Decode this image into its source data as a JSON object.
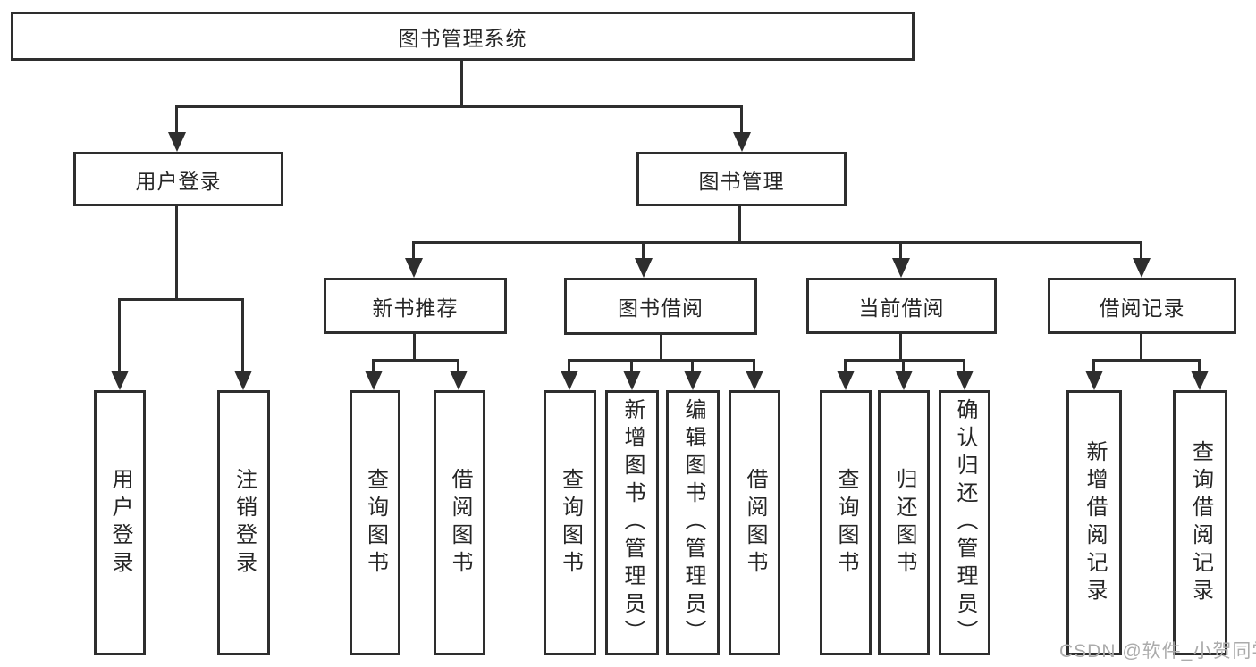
{
  "diagram": {
    "root": {
      "label": "图书管理系统",
      "children": [
        {
          "label": "用户登录",
          "children": [
            {
              "label": "用户登录"
            },
            {
              "label": "注销登录"
            }
          ]
        },
        {
          "label": "图书管理",
          "children": [
            {
              "label": "新书推荐",
              "children": [
                {
                  "label": "查询图书"
                },
                {
                  "label": "借阅图书"
                }
              ]
            },
            {
              "label": "图书借阅",
              "children": [
                {
                  "label": "查询图书"
                },
                {
                  "label": "新增图书（管理员）"
                },
                {
                  "label": "编辑图书（管理员）"
                },
                {
                  "label": "借阅图书"
                }
              ]
            },
            {
              "label": "当前借阅",
              "children": [
                {
                  "label": "查询图书"
                },
                {
                  "label": "归还图书"
                },
                {
                  "label": "确认归还（管理员）"
                }
              ]
            },
            {
              "label": "借阅记录",
              "children": [
                {
                  "label": "新增借阅记录"
                },
                {
                  "label": "查询借阅记录"
                }
              ]
            }
          ]
        }
      ]
    }
  },
  "watermark": {
    "text": "CSDN @软件_小贺同学"
  },
  "colors": {
    "line": "#2e2e2e",
    "text": "#262626",
    "watermark": "#ababab",
    "background": "#ffffff"
  }
}
